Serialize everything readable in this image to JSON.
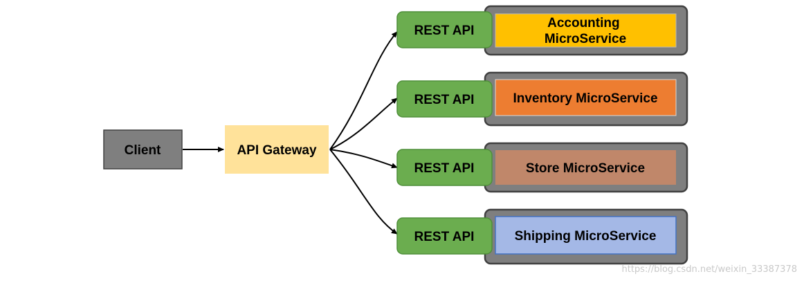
{
  "client": {
    "label": "Client",
    "color": "#7f7f7f"
  },
  "gateway": {
    "label": "API Gateway",
    "color": "#ffe29a"
  },
  "rest_api": {
    "label": "REST API",
    "color": "#6bad4f",
    "border_color": "#4f8f3a"
  },
  "service_frame_color": "#7f7f7f",
  "services": [
    {
      "line1": "Accounting",
      "line2": "MicroService",
      "color": "#ffc000"
    },
    {
      "line1": "Inventory MicroService",
      "line2": "",
      "color": "#ed7d31"
    },
    {
      "line1": "Store MicroService",
      "line2": "",
      "color": "#c0876a"
    },
    {
      "line1": "Shipping MicroService",
      "line2": "",
      "color": "#a4b8e6"
    }
  ],
  "watermark": "https://blog.csdn.net/weixin_33387378"
}
